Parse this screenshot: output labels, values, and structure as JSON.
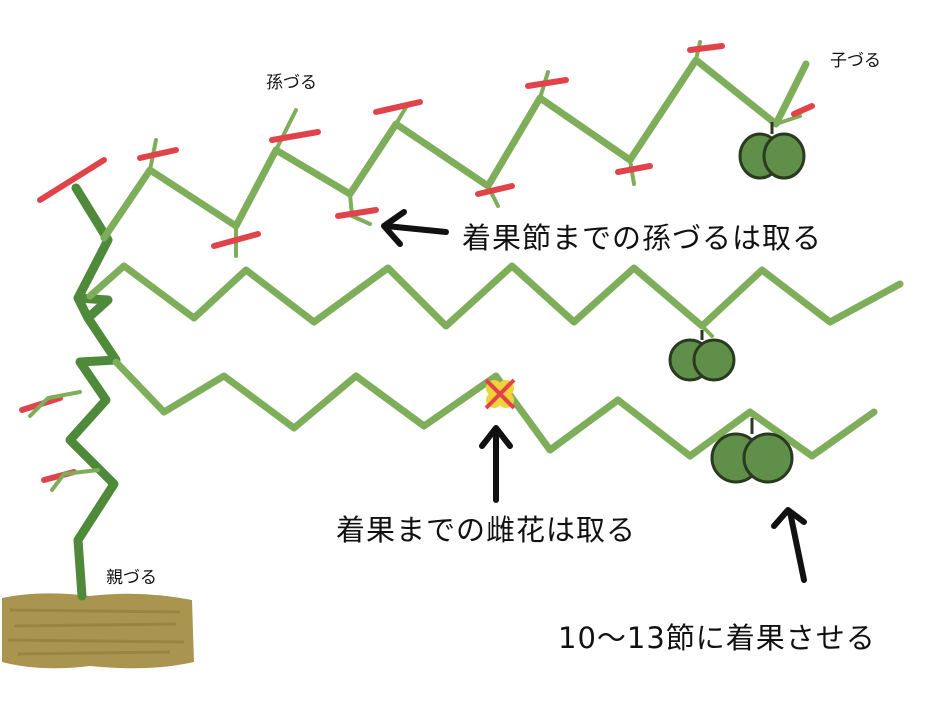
{
  "labels": {
    "main_vine": "親づる",
    "child_vine": "子づる",
    "grandchild_vine": "孫づる",
    "note_grandchild_removal": "着果節までの孫づるは取る",
    "note_female_flower_removal": "着果までの雌花は取る",
    "note_fruit_position": "10〜13節に着果させる"
  },
  "colors": {
    "vine": "#7fae5b",
    "vine_dark": "#4f8a3a",
    "cut_mark": "#e0444a",
    "soil": "#a08a3c",
    "pumpkin": "#5f8f48",
    "flower": "#f2d23a",
    "arrow": "#111111"
  },
  "icons": {
    "cut": "red-cut-mark",
    "fruit": "pumpkin-icon",
    "flower": "flower-icon",
    "pointer": "arrow-icon"
  }
}
